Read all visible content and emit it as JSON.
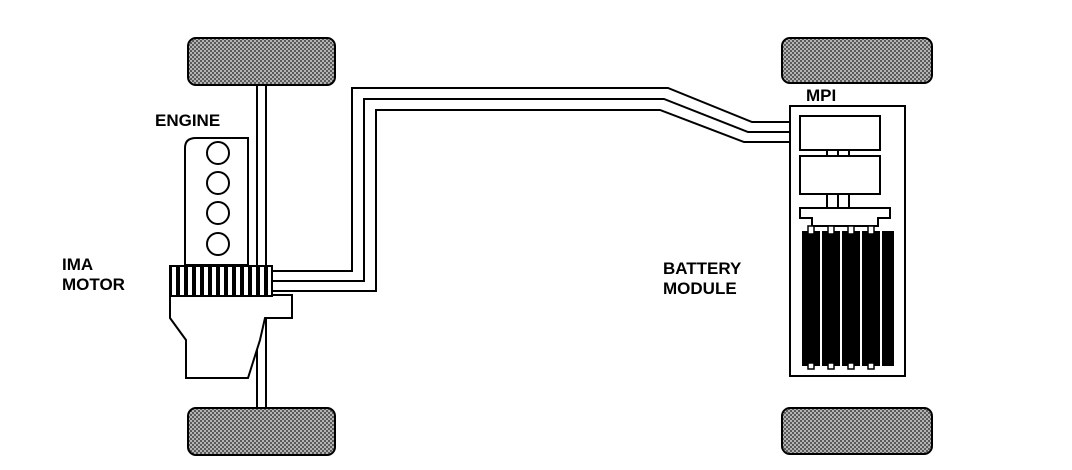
{
  "labels": {
    "engine": "ENGINE",
    "ima_motor_line1": "IMA",
    "ima_motor_line2": "MOTOR",
    "mpi": "MPI",
    "battery_line1": "BATTERY",
    "battery_line2": "MODULE"
  },
  "colors": {
    "ink": "#000000",
    "paper": "#ffffff",
    "tire_fill": "#9a9a9a"
  }
}
